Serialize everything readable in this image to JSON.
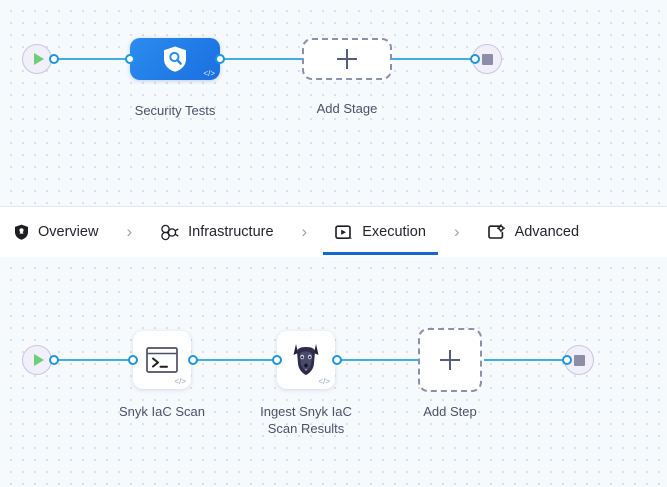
{
  "theme": {
    "canvas_bg": "#f6fafd",
    "dot_color": "#ced7e2",
    "link_color": "#42ade2",
    "port_stroke": "#2196d6",
    "stage_node_gradient_from": "#2b8cf0",
    "stage_node_gradient_to": "#1a6fe0",
    "active_tab_underline": "#1367cf",
    "label_text": "#4a5169",
    "tab_text": "#23252f",
    "start_play_green": "#6ece78",
    "end_square_gray": "#8d8da8"
  },
  "stage_canvas": {
    "name": "stage-pipeline-canvas",
    "start_node": {
      "icon": "play-icon"
    },
    "end_node": {
      "icon": "stop-icon"
    },
    "nodes": [
      {
        "id": "security-tests",
        "label": "Security Tests",
        "icon": "shield-search-icon",
        "badge": "</>",
        "type": "stage"
      },
      {
        "id": "add-stage",
        "label": "Add Stage",
        "icon": "plus-icon",
        "type": "add-placeholder"
      }
    ]
  },
  "tabs": {
    "items": [
      {
        "id": "overview",
        "label": "Overview",
        "icon": "shield-icon",
        "active": false
      },
      {
        "id": "infrastructure",
        "label": "Infrastructure",
        "icon": "infrastructure-nodes-icon",
        "active": false
      },
      {
        "id": "execution",
        "label": "Execution",
        "icon": "execution-play-box-icon",
        "active": true
      },
      {
        "id": "advanced",
        "label": "Advanced",
        "icon": "advanced-gear-box-icon",
        "active": false
      }
    ],
    "separator": "›"
  },
  "step_canvas": {
    "name": "execution-steps-canvas",
    "start_node": {
      "icon": "play-icon"
    },
    "end_node": {
      "icon": "stop-icon"
    },
    "nodes": [
      {
        "id": "snyk-iac-scan",
        "label": "Snyk IaC Scan",
        "icon": "terminal-icon",
        "badge": "</>",
        "type": "step"
      },
      {
        "id": "ingest-snyk-iac-scan-results",
        "label": "Ingest Snyk IaC\nScan Results",
        "icon": "doberman-dog-icon",
        "badge": "</>",
        "type": "step"
      },
      {
        "id": "add-step",
        "label": "Add Step",
        "icon": "plus-icon",
        "type": "add-placeholder"
      }
    ]
  }
}
